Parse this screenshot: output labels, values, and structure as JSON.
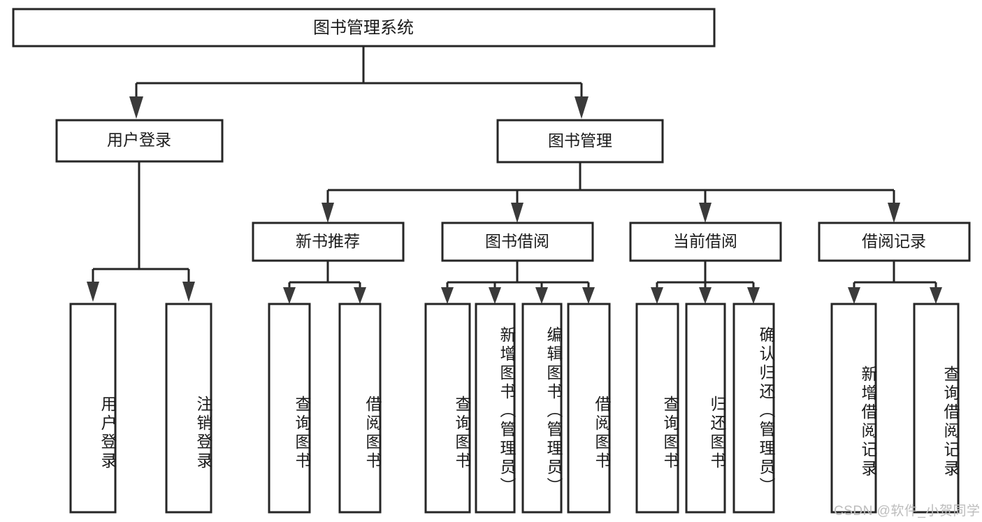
{
  "diagram": {
    "type": "tree-hierarchy",
    "title": "图书管理系统",
    "root": {
      "label": "图书管理系统"
    },
    "level2": [
      {
        "id": "user-login",
        "label": "用户登录"
      },
      {
        "id": "book-management",
        "label": "图书管理"
      }
    ],
    "level3": [
      {
        "id": "new-book-recommend",
        "label": "新书推荐",
        "parent": "book-management"
      },
      {
        "id": "book-borrow",
        "label": "图书借阅",
        "parent": "book-management"
      },
      {
        "id": "current-borrow",
        "label": "当前借阅",
        "parent": "book-management"
      },
      {
        "id": "borrow-record",
        "label": "借阅记录",
        "parent": "book-management"
      }
    ],
    "leaves": [
      {
        "id": "leaf-user-login",
        "label": "用户登录",
        "parent": "user-login"
      },
      {
        "id": "leaf-logout-login",
        "label": "注销登录",
        "parent": "user-login"
      },
      {
        "id": "leaf-query-book-1",
        "label": "查询图书",
        "parent": "new-book-recommend"
      },
      {
        "id": "leaf-borrow-book-1",
        "label": "借阅图书",
        "parent": "new-book-recommend"
      },
      {
        "id": "leaf-query-book-2",
        "label": "查询图书",
        "parent": "book-borrow"
      },
      {
        "id": "leaf-add-book",
        "label": "新增图书（管理员）",
        "parent": "book-borrow"
      },
      {
        "id": "leaf-edit-book",
        "label": "编辑图书（管理员）",
        "parent": "book-borrow"
      },
      {
        "id": "leaf-borrow-book-2",
        "label": "借阅图书",
        "parent": "book-borrow"
      },
      {
        "id": "leaf-query-book-3",
        "label": "查询图书",
        "parent": "current-borrow"
      },
      {
        "id": "leaf-return-book",
        "label": "归还图书",
        "parent": "current-borrow"
      },
      {
        "id": "leaf-confirm-return",
        "label": "确认归还（管理员）",
        "parent": "current-borrow"
      },
      {
        "id": "leaf-add-borrow-record",
        "label": "新增借阅记录",
        "parent": "borrow-record"
      },
      {
        "id": "leaf-query-borrow-record",
        "label": "查询借阅记录",
        "parent": "borrow-record"
      }
    ],
    "watermark": "CSDN @软件_小贺同学",
    "colors": {
      "background": "#ffffff",
      "box_stroke": "#262626",
      "text": "#1b1b1b",
      "arrow_fill": "#3a3a3a",
      "watermark": "#bdbdbd"
    }
  }
}
